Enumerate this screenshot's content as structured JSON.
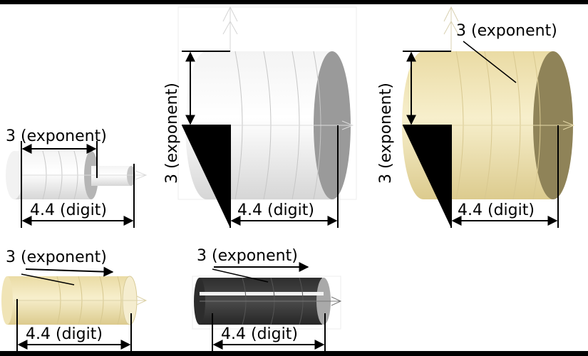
{
  "panels": [
    {
      "id": "small-white-cylinder",
      "exponent_label": "3 (exponent)",
      "digit_label": "4.4 (digit)"
    },
    {
      "id": "large-white-cylinder",
      "exponent_label": "3 (exponent)",
      "digit_label": "4.4 (digit)"
    },
    {
      "id": "large-cream-cylinder",
      "exponent_label": "3 (exponent)",
      "digit_label": "4.4 (digit)"
    },
    {
      "id": "small-cream-cylinder",
      "exponent_label": "3 (exponent)",
      "digit_label": "4.4 (digit)"
    },
    {
      "id": "dark-cylinder",
      "exponent_label": "3 (exponent)",
      "digit_label": "4.4 (digit)"
    }
  ],
  "colors": {
    "frame": "#000000",
    "white_body": "#ececec",
    "white_face": "#9a9a9a",
    "cream_body": "#efe2b0",
    "cream_face": "#8f8358",
    "dark_body": "#3a3a3a",
    "dark_face": "#a9a9a9"
  }
}
